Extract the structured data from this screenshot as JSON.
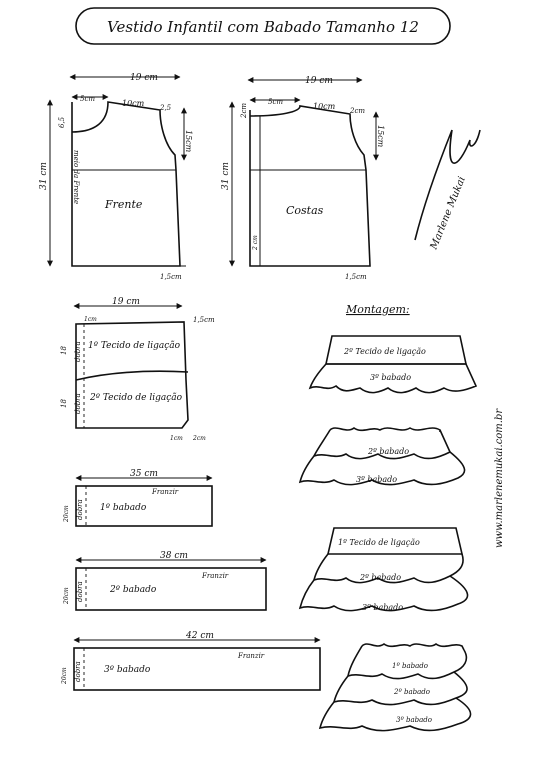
{
  "title": "Vestido Infantil com Babado Tamanho 12",
  "front": {
    "label": "Frente",
    "width": "19 cm",
    "neck": "5cm",
    "shoulder": "10cm",
    "armhole_depth": "15cm",
    "height": "31 cm",
    "neck_depth": "6,5",
    "side_ease": "2,5",
    "hem_flare": "1,5cm",
    "fold_note": "meio da Frente"
  },
  "back": {
    "label": "Costas",
    "width": "19 cm",
    "neck": "5cm",
    "shoulder": "10cm",
    "armhole_depth": "15cm",
    "height": "31 cm",
    "neck_depth": "2cm",
    "side_ease": "2cm",
    "hem_flare": "1,5cm",
    "bottom_mark": "2 cm"
  },
  "signature": "Marlene Mukai",
  "binding": {
    "width": "19 cm",
    "top_left": "1cm",
    "top_right": "1,5cm",
    "piece1": "1º Tecido de ligação",
    "piece2": "2º Tecido de ligação",
    "height1": "18",
    "height2": "18",
    "fold": "dobra",
    "bottom_left": "1cm",
    "bottom_right": "2cm"
  },
  "ruffles": [
    {
      "width": "35 cm",
      "label": "1º babado",
      "height": "20cm",
      "fold": "dobra",
      "gather": "Franzir"
    },
    {
      "width": "38 cm",
      "label": "2º babado",
      "height": "20cm",
      "fold": "dobra",
      "gather": "Franzir"
    },
    {
      "width": "42 cm",
      "label": "3º babado",
      "height": "20cm",
      "fold": "dobra",
      "gather": "Franzir"
    }
  ],
  "assembly": {
    "heading": "Montagem:",
    "steps": [
      {
        "top": "2º Tecido de ligação",
        "bottom": "3º babado"
      },
      {
        "top": "2º babado",
        "bottom": "3º babado"
      },
      {
        "top": "1º Tecido de ligação",
        "middle": "2º babado",
        "bottom": "3º babado"
      },
      {
        "top": "1º babado",
        "middle": "2º babado",
        "bottom": "3º babado"
      }
    ]
  },
  "website": "www.marlenemukai.com.br"
}
